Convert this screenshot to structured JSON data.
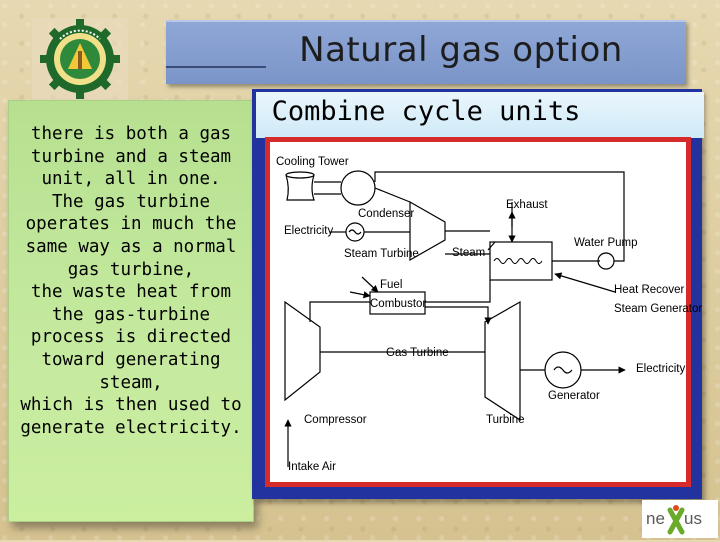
{
  "slide": {
    "title": "Natural gas option",
    "subtitle": "Combine cycle units",
    "note_lines": [
      "there is both a gas",
      "turbine and a steam",
      "unit, all in one.",
      "The gas turbine",
      "operates in much the",
      "same way as a normal",
      "gas turbine,",
      "the waste heat from",
      "the gas-turbine",
      "process is directed",
      "toward generating",
      "steam,",
      "which is then used to",
      "generate electricity."
    ]
  },
  "diagram": {
    "labels": {
      "cooling_tower": "Cooling Tower",
      "condenser": "Condenser",
      "electricity_top": "Electricity",
      "exhaust": "Exhaust",
      "steam_turbine": "Steam Turbine",
      "steam": "Steam",
      "water_pump": "Water Pump",
      "fuel": "Fuel",
      "combustor": "Combustor",
      "heat_recover_1": "Heat Recover",
      "heat_recover_2": "Steam Generator",
      "gas_turbine": "Gas Turbine",
      "electricity_right": "Electricity",
      "generator": "Generator",
      "compressor": "Compressor",
      "turbine": "Turbine",
      "intake_air": "Intake Air"
    }
  },
  "branding": {
    "logo": "organization-seal-logo",
    "footer_logo_text": "nexus"
  },
  "colors": {
    "title_bar": "#7b95c9",
    "note_bg": "#c5ea9f",
    "frame_blue": "#2233a0",
    "diagram_border": "#d72a2a"
  }
}
